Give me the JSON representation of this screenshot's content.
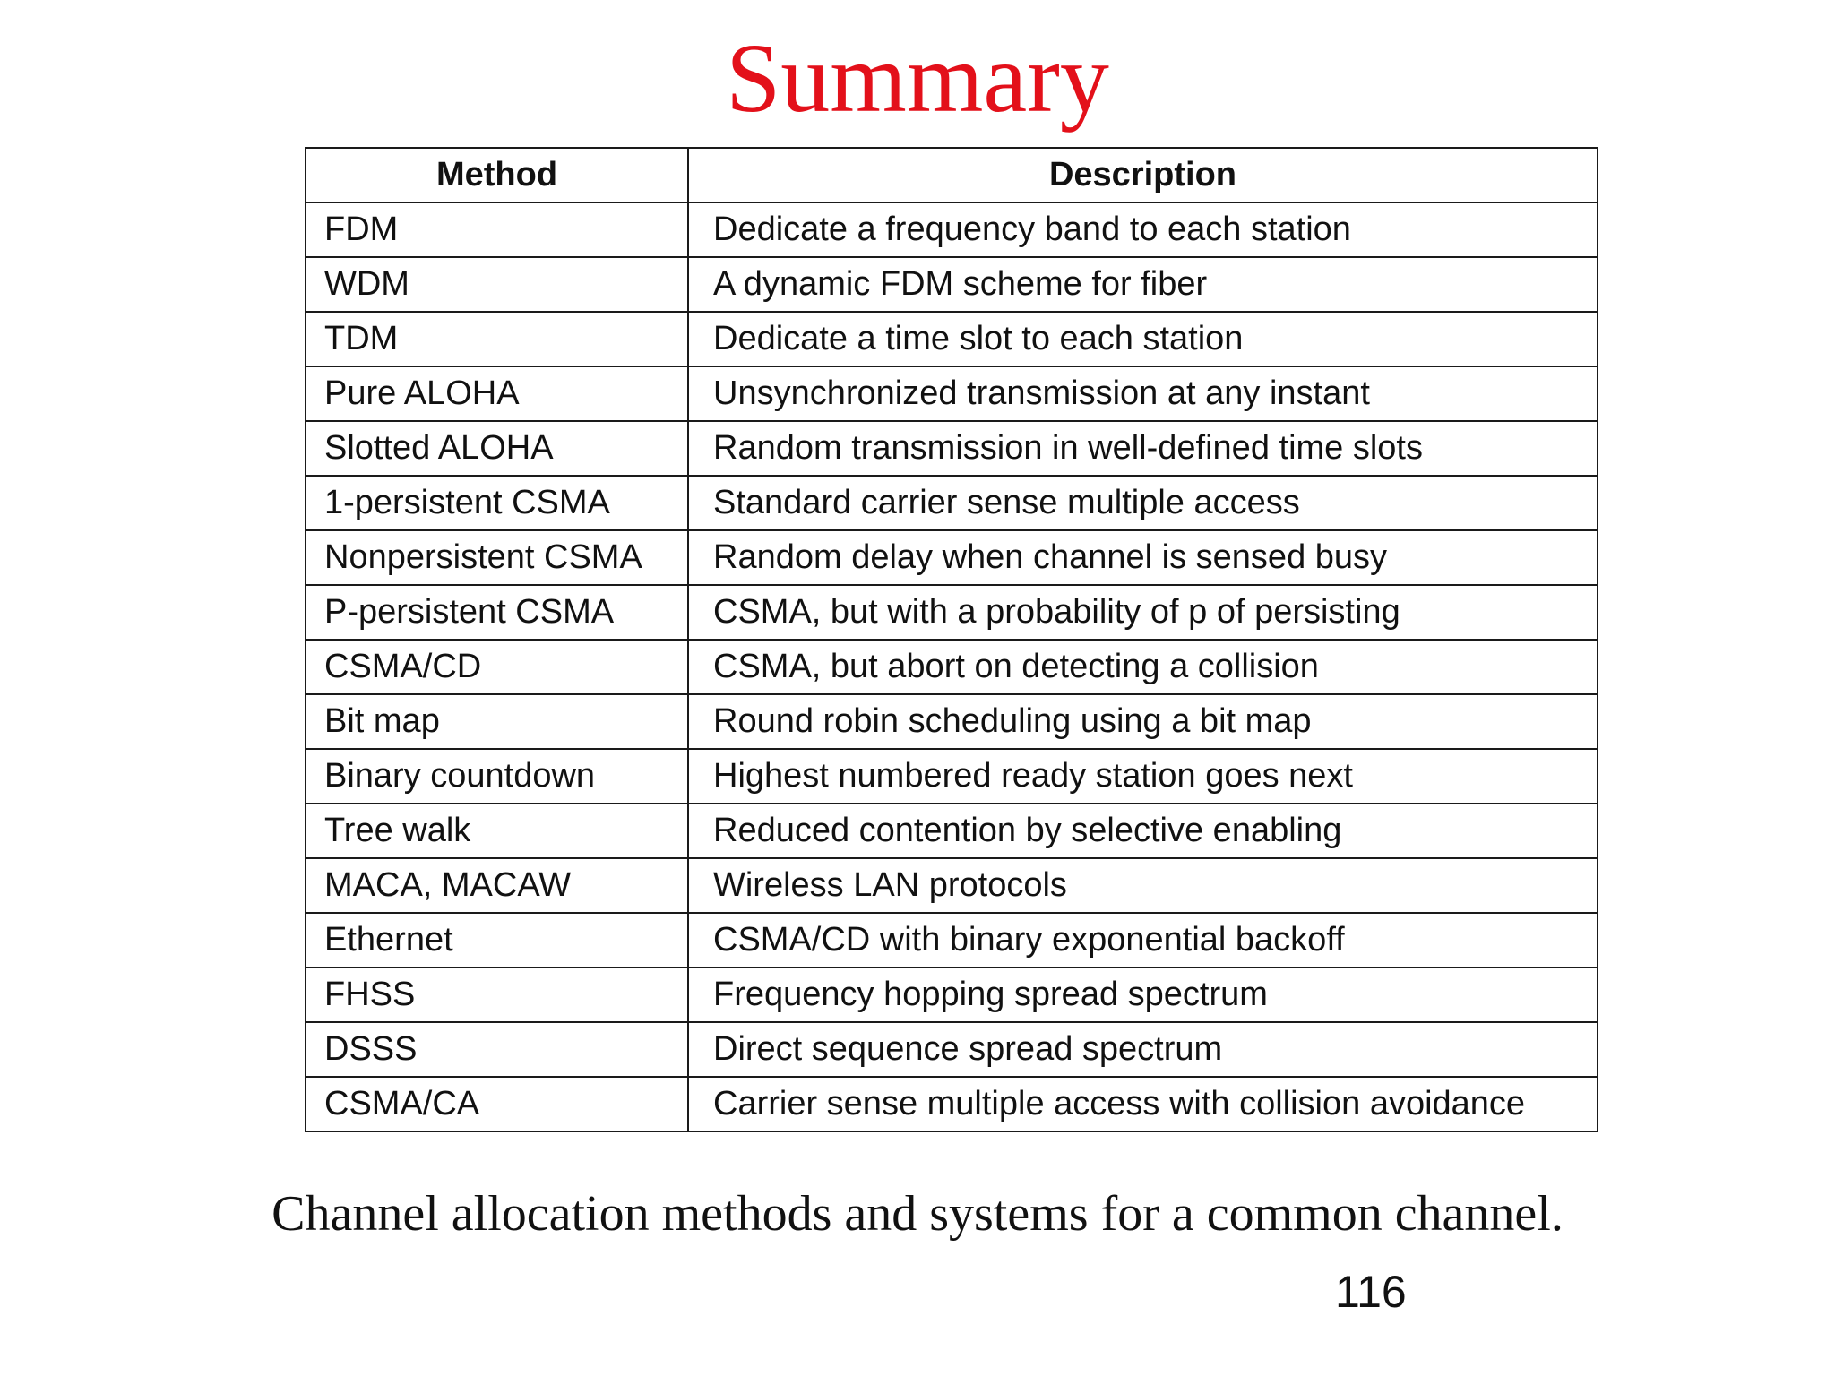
{
  "slide": {
    "title": "Summary",
    "caption": "Channel allocation methods and systems for a common channel.",
    "page_number": "116",
    "title_color": "#e3101a"
  },
  "table": {
    "headers": [
      "Method",
      "Description"
    ],
    "rows": [
      [
        "FDM",
        "Dedicate a frequency band to each station"
      ],
      [
        "WDM",
        "A dynamic FDM scheme for fiber"
      ],
      [
        "TDM",
        "Dedicate a time slot to each station"
      ],
      [
        "Pure ALOHA",
        "Unsynchronized transmission at any instant"
      ],
      [
        "Slotted ALOHA",
        "Random transmission in well-defined time slots"
      ],
      [
        "1-persistent CSMA",
        "Standard carrier sense multiple access"
      ],
      [
        "Nonpersistent CSMA",
        "Random delay when channel is sensed busy"
      ],
      [
        "P-persistent CSMA",
        "CSMA, but with a probability of p of persisting"
      ],
      [
        "CSMA/CD",
        "CSMA, but abort on detecting a collision"
      ],
      [
        "Bit map",
        "Round robin scheduling using a bit map"
      ],
      [
        "Binary countdown",
        "Highest numbered ready station goes next"
      ],
      [
        "Tree walk",
        "Reduced contention by selective enabling"
      ],
      [
        "MACA, MACAW",
        "Wireless LAN protocols"
      ],
      [
        "Ethernet",
        "CSMA/CD with binary exponential backoff"
      ],
      [
        "FHSS",
        "Frequency hopping spread spectrum"
      ],
      [
        "DSSS",
        "Direct sequence spread spectrum"
      ],
      [
        "CSMA/CA",
        "Carrier sense multiple access with collision avoidance"
      ]
    ]
  }
}
